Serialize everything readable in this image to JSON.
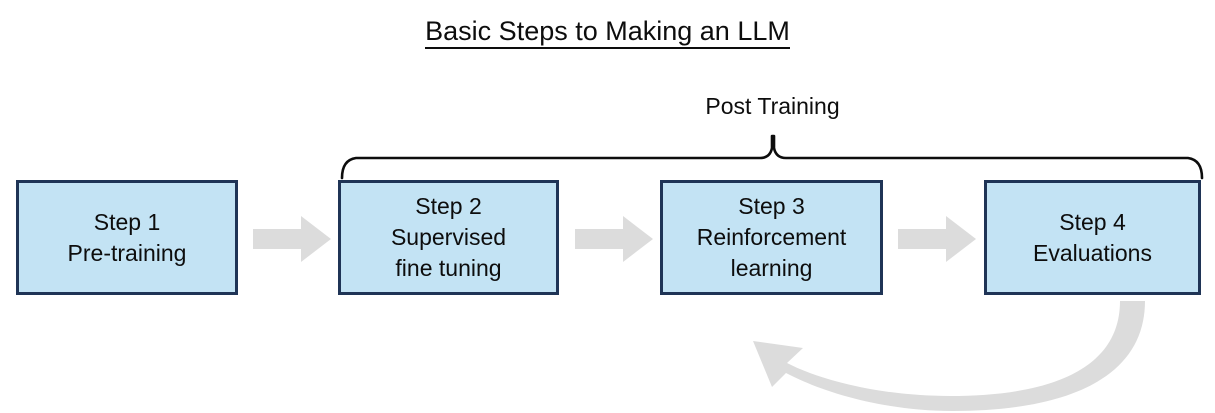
{
  "title": {
    "text": "Basic Steps to Making an LLM",
    "underlined": true
  },
  "group_label": {
    "text": "Post Training",
    "spans_steps": [
      "Step 2",
      "Step 3",
      "Step 4"
    ]
  },
  "steps": [
    {
      "id": "step-1",
      "heading": "Step 1",
      "line2": "Pre-training",
      "line3": ""
    },
    {
      "id": "step-2",
      "heading": "Step 2",
      "line2": "Supervised",
      "line3": "fine tuning"
    },
    {
      "id": "step-3",
      "heading": "Step 3",
      "line2": "Reinforcement",
      "line3": "learning"
    },
    {
      "id": "step-4",
      "heading": "Step 4",
      "line2": "Evaluations",
      "line3": ""
    }
  ],
  "connectors": [
    {
      "id": "arrow-1-2",
      "from": "Step 1",
      "to": "Step 2",
      "kind": "block-arrow-right"
    },
    {
      "id": "arrow-2-3",
      "from": "Step 2",
      "to": "Step 3",
      "kind": "block-arrow-right"
    },
    {
      "id": "arrow-3-4",
      "from": "Step 3",
      "to": "Step 4",
      "kind": "block-arrow-right"
    },
    {
      "id": "feedback-4-3",
      "from": "Step 4",
      "to": "Step 3",
      "kind": "curved-arrow-left"
    }
  ],
  "colors": {
    "box_fill": "#c3e3f4",
    "box_border": "#1f3456",
    "arrow_gray": "#dcdcdc",
    "text": "#0d0d0d",
    "background": "#ffffff"
  }
}
